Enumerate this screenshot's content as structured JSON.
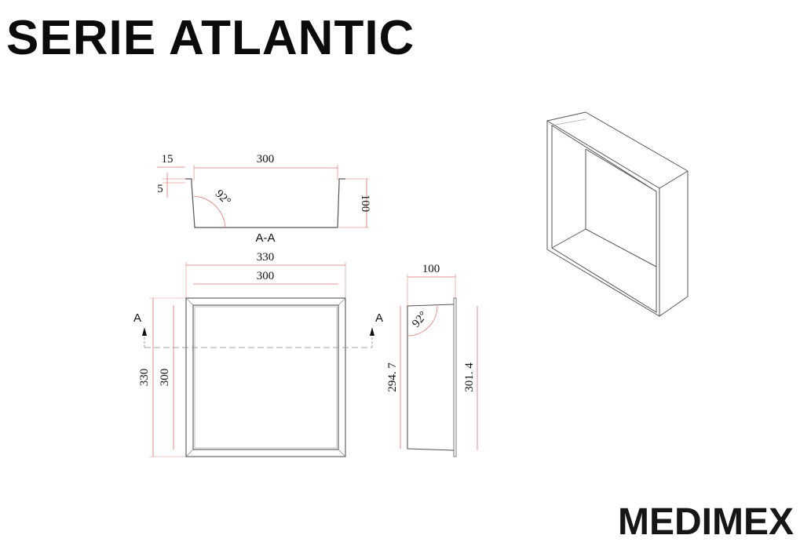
{
  "header": {
    "title": "SERIE ATLANTIC"
  },
  "brand": {
    "logo_text": "MEDIMEX"
  },
  "colors": {
    "outline": "#555555",
    "dimension_line": "#e07070",
    "text": "#111111"
  },
  "section_view": {
    "label": "A-A",
    "flange_width": "15",
    "flange_height": "5",
    "inner_width": "300",
    "depth": "100",
    "angle": "92°"
  },
  "front_view": {
    "outer_width": "330",
    "inner_width": "300",
    "outer_height": "330",
    "inner_height": "300",
    "section_marker_left": "A",
    "section_marker_right": "A"
  },
  "side_view": {
    "depth": "100",
    "inner_height": "294. 7",
    "outer_height": "301. 4",
    "angle": "92°"
  },
  "iso_view": {
    "name": "isometric-niche"
  }
}
